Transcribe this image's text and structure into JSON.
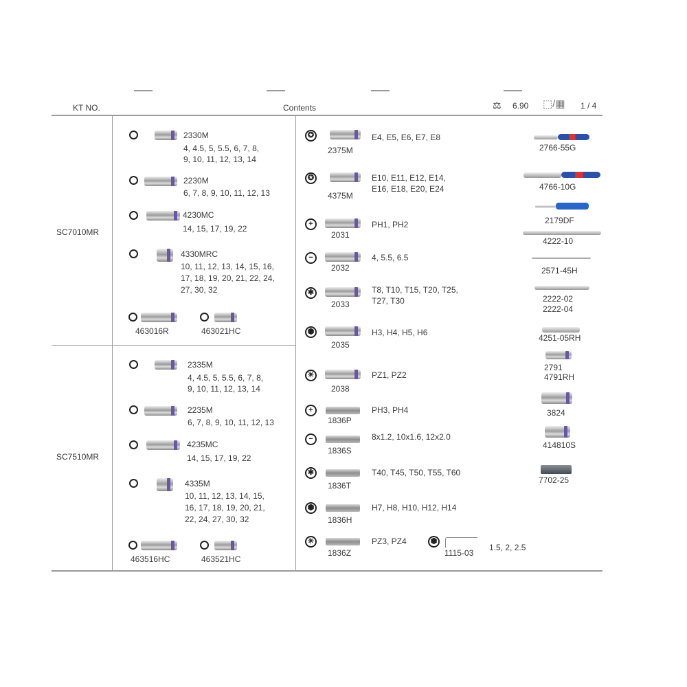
{
  "header": {
    "kt_no": "KT NO.",
    "contents": "Contents",
    "weight": "6.90",
    "pack": "1 / 4"
  },
  "sets": [
    {
      "name": "SC7010MR",
      "sockets": [
        {
          "code": "2330M",
          "sizes": [
            "4, 4.5, 5, 5.5, 6, 7, 8,",
            "9, 10, 11, 12, 13, 14"
          ]
        },
        {
          "code": "2230M",
          "sizes": [
            "6, 7, 8, 9, 10, 11, 12, 13"
          ]
        },
        {
          "code": "4230MC",
          "sizes": [
            "14, 15, 17, 19, 22"
          ]
        },
        {
          "code": "4330MRC",
          "sizes": [
            "10, 11, 12, 13, 14, 15, 16,",
            "17, 18, 19, 20, 21, 22, 24,",
            "27, 30, 32"
          ]
        }
      ],
      "spark": [
        "463016R",
        "463021HC"
      ]
    },
    {
      "name": "SC7510MR",
      "sockets": [
        {
          "code": "2335M",
          "sizes": [
            "4, 4.5, 5, 5.5, 6, 7, 8,",
            "9, 10, 11, 12, 13, 14"
          ]
        },
        {
          "code": "2235M",
          "sizes": [
            "6, 7, 8, 9, 10, 11, 12, 13"
          ]
        },
        {
          "code": "4235MC",
          "sizes": [
            "14, 15, 17, 19, 22"
          ]
        },
        {
          "code": "4335M",
          "sizes": [
            "10, 11, 12, 13, 14, 15,",
            "16, 17, 18, 19, 20, 21,",
            "22, 24, 27, 30, 32"
          ]
        }
      ],
      "spark": [
        "463516HC",
        "463521HC"
      ]
    }
  ],
  "bits": [
    {
      "code": "2375M",
      "tip": "torx-e",
      "spec": [
        "E4, E5, E6, E7, E8"
      ]
    },
    {
      "code": "4375M",
      "tip": "torx-e",
      "spec": [
        "E10, E11, E12, E14,",
        "E16, E18, E20, E24"
      ]
    },
    {
      "code": "2031",
      "tip": "phillips",
      "spec": [
        "PH1, PH2"
      ]
    },
    {
      "code": "2032",
      "tip": "slotted",
      "spec": [
        "4, 5.5, 6.5"
      ]
    },
    {
      "code": "2033",
      "tip": "torx",
      "spec": [
        "T8, T10, T15, T20, T25,",
        "T27, T30"
      ]
    },
    {
      "code": "2035",
      "tip": "hex",
      "spec": [
        "H3, H4, H5, H6"
      ]
    },
    {
      "code": "2038",
      "tip": "pozidriv",
      "spec": [
        "PZ1, PZ2"
      ]
    },
    {
      "code": "1836P",
      "tip": "phillips",
      "spec": [
        "PH3, PH4"
      ]
    },
    {
      "code": "1836S",
      "tip": "slotted",
      "spec": [
        "8x1.2, 10x1.6, 12x2.0"
      ]
    },
    {
      "code": "1836T",
      "tip": "torx",
      "spec": [
        "T40, T45, T50, T55, T60"
      ]
    },
    {
      "code": "1836H",
      "tip": "hex",
      "spec": [
        "H7, H8, H10, H12, H14"
      ]
    },
    {
      "code": "1836Z",
      "tip": "pozidriv",
      "spec": [
        "PZ3, PZ4"
      ]
    }
  ],
  "hex_key": {
    "code": "1115-03",
    "spec": "1.5, 2, 2.5"
  },
  "accessories": [
    "2766-55G",
    "4766-10G",
    "2179DF",
    "4222-10",
    "2571-45H",
    "2222-02",
    "2222-04",
    "4251-05RH",
    "2791",
    "4791RH",
    "3824",
    "414810S",
    "7702-25"
  ]
}
